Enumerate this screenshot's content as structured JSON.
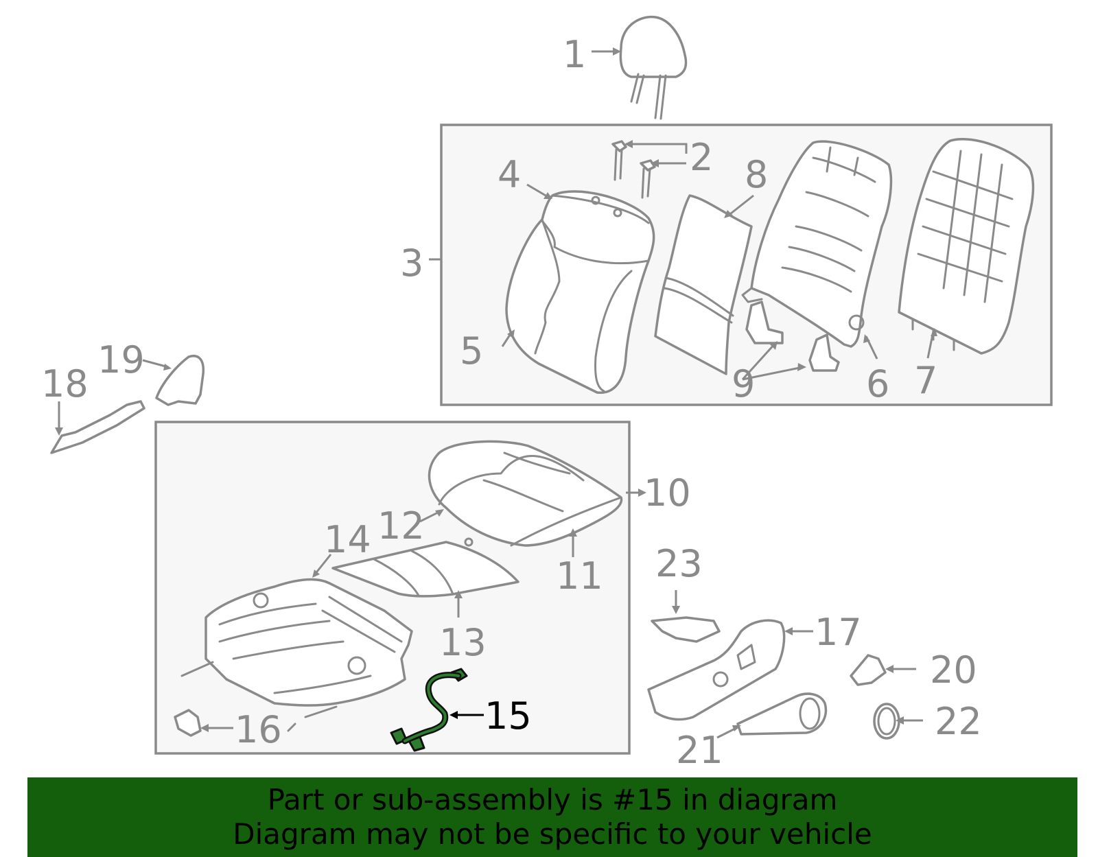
{
  "diagram": {
    "highlighted_part": "15",
    "callouts": [
      "1",
      "2",
      "3",
      "4",
      "5",
      "6",
      "7",
      "8",
      "9",
      "10",
      "11",
      "12",
      "13",
      "14",
      "15",
      "16",
      "17",
      "18",
      "19",
      "20",
      "21",
      "22",
      "23"
    ]
  },
  "banner": {
    "line1": "Part or sub-assembly is #15 in diagram",
    "line2": "Diagram may not be specific to your vehicle",
    "color": "#145f0c"
  },
  "colors": {
    "line": "#8a8a8a",
    "highlight": "#2e7d2e",
    "box_fill": "#f7f7f7"
  }
}
